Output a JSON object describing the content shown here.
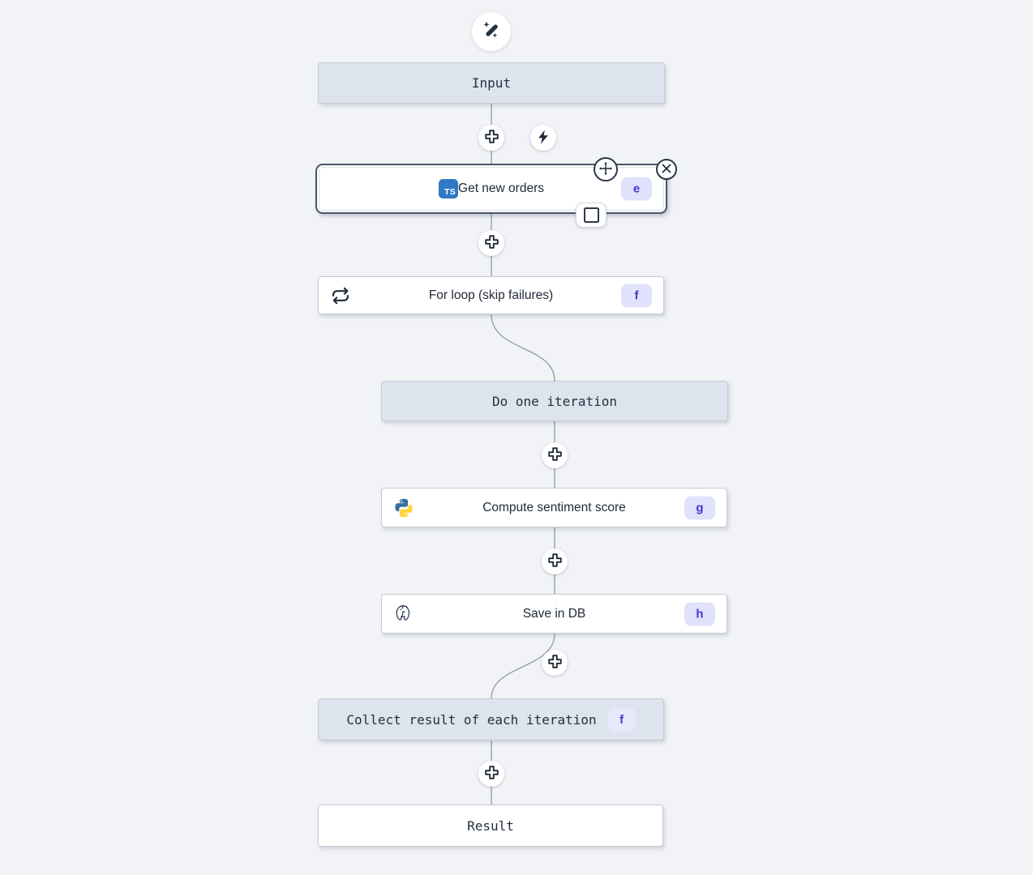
{
  "canvas": {
    "background": "#f1f3f6",
    "top_icon": "magic-wand-icon"
  },
  "colors": {
    "virtual_node_bg": "#dee4ed",
    "node_border": "#c5cbd4",
    "selected_border": "#4a5568",
    "badge_bg": "#e0e1fb",
    "badge_text": "#4338ca",
    "connector": "#98a0aa",
    "typescript_blue": "#3178c6",
    "python_blue": "#3670a0",
    "python_yellow": "#ffd43b"
  },
  "flow": {
    "nodes": [
      {
        "id": "input",
        "label": "Input",
        "type": "virtual"
      },
      {
        "id": "get-new-orders",
        "label": "Get new orders",
        "badge": "e",
        "language": "typescript",
        "icon": "typescript-icon",
        "icon_text": "TS",
        "selected": true
      },
      {
        "id": "for-loop",
        "label": "For loop (skip failures)",
        "badge": "f",
        "icon": "loop-icon"
      },
      {
        "id": "do-one-iteration",
        "label": "Do one iteration",
        "type": "virtual"
      },
      {
        "id": "compute-sentiment-score",
        "label": "Compute sentiment score",
        "badge": "g",
        "language": "python",
        "icon": "python-icon"
      },
      {
        "id": "save-in-db",
        "label": "Save in DB",
        "badge": "h",
        "language": "postgresql",
        "icon": "postgresql-icon"
      },
      {
        "id": "collect-result",
        "label": "Collect result of each iteration",
        "badge": "f",
        "type": "virtual"
      },
      {
        "id": "result",
        "label": "Result",
        "type": "virtual"
      }
    ],
    "controls": {
      "add_step_icon": "plus-icon",
      "trigger_icon": "lightning-bolt-icon",
      "move_icon": "move-arrows-icon",
      "close_icon": "close-x-icon",
      "expand_icon": "square-icon"
    }
  }
}
